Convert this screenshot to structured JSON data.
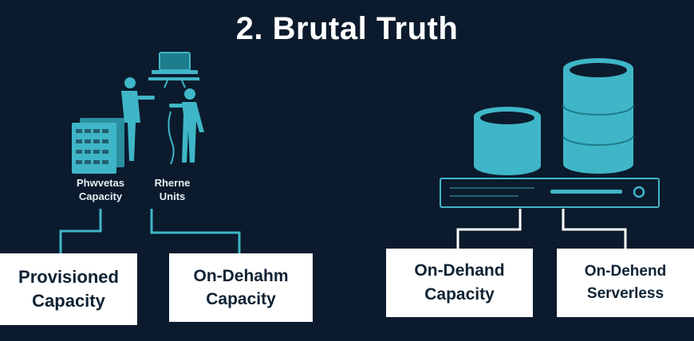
{
  "title": "2. Brutal Truth",
  "illustration_labels": {
    "left": [
      "Phwvetas",
      "Capacity"
    ],
    "right": [
      "Rherne",
      "Units"
    ]
  },
  "boxes": [
    {
      "line1": "Provisioned",
      "line2": "Capacity"
    },
    {
      "line1": "On-Dehahm",
      "line2": "Capacity"
    },
    {
      "line1": "On-Dehand",
      "line2": "Capacity"
    },
    {
      "line1": "On-Dehend",
      "line2": "Serverless"
    }
  ],
  "colors": {
    "background": "#0b1b2d",
    "accent": "#3fb6c7",
    "accent_dark": "#1d7d8c",
    "box": "#ffffff"
  },
  "icons": [
    "server-rack-icon",
    "people-collaborating-icon",
    "laptop-icon",
    "database-cylinder-icon",
    "storage-device-icon"
  ]
}
